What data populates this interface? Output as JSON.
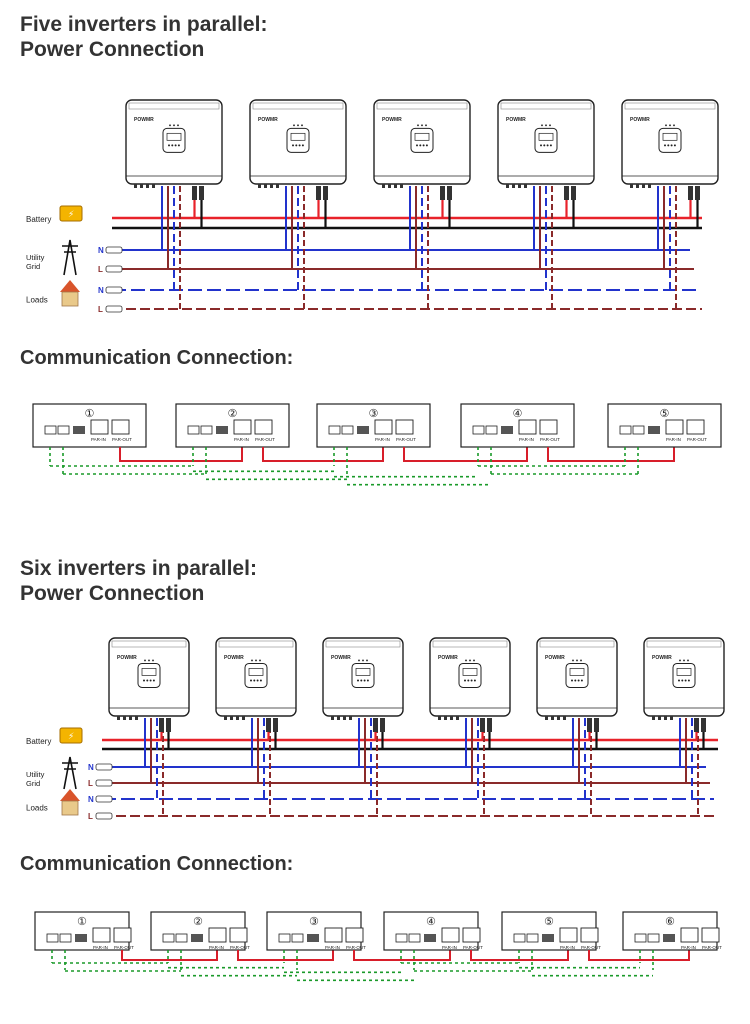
{
  "section_five": {
    "heading_line1": "Five inverters in parallel:",
    "heading_line2": "Power Connection",
    "comm_heading": "Communication Connection:",
    "unit_numbers": [
      "①",
      "②",
      "③",
      "④",
      "⑤"
    ]
  },
  "section_six": {
    "heading_line1": "Six inverters in parallel:",
    "heading_line2": "Power Connection",
    "comm_heading": "Communication Connection:",
    "unit_numbers": [
      "①",
      "②",
      "③",
      "④",
      "⑤",
      "⑥"
    ]
  },
  "labels": {
    "battery": "Battery",
    "utility_line1": "Utility",
    "utility_line2": "Grid",
    "loads": "Loads",
    "neutral": "N",
    "live": "L",
    "par_in": "PAR-IN",
    "par_out": "PAR-OUT",
    "brand": "POWMR"
  },
  "colors": {
    "battery_pos": "#e8222a",
    "battery_neg": "#111111",
    "neutral": "#2233cc",
    "live": "#8a2a2a",
    "par_link": "#d81e2a",
    "current_share": "#1a9a2a"
  }
}
